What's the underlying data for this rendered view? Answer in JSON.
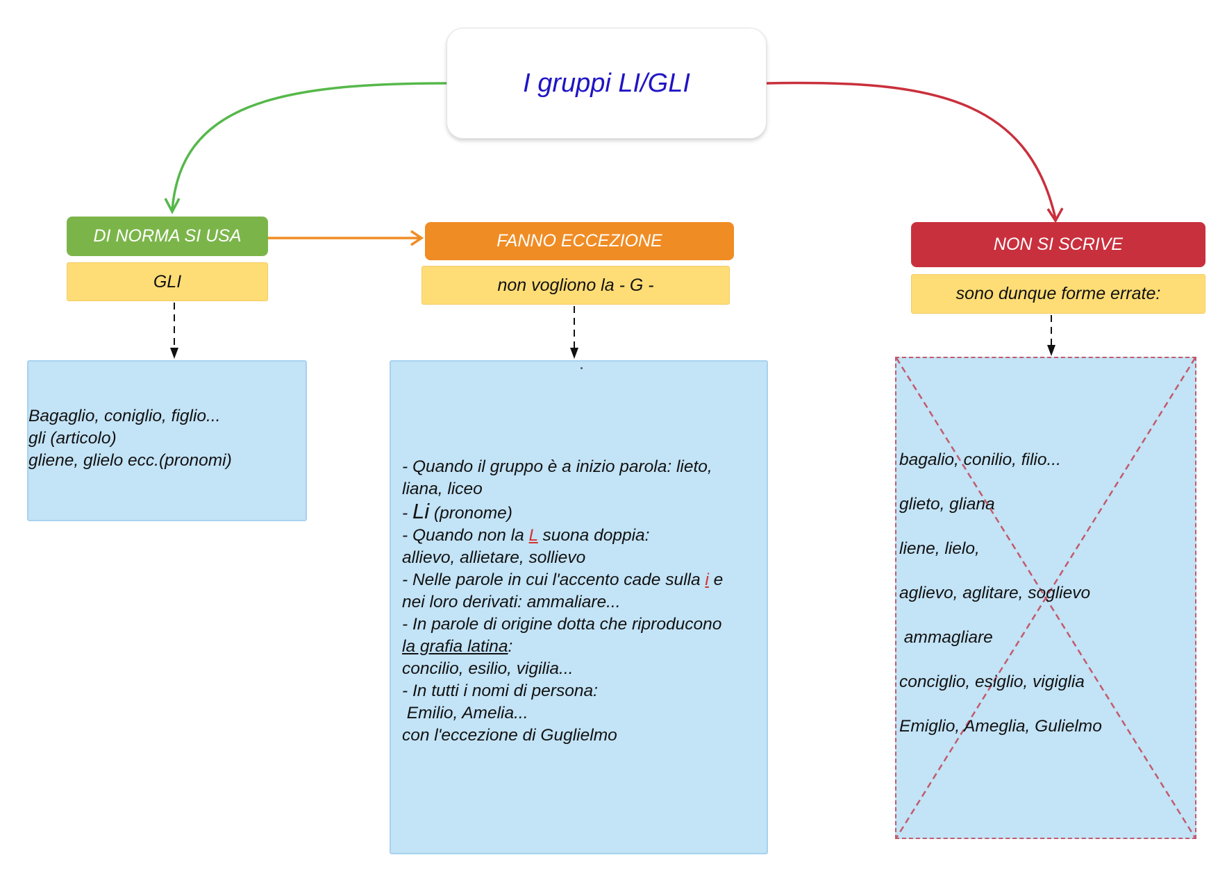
{
  "title": "I gruppi LI/GLI",
  "colors": {
    "title_text": "#1f14c4",
    "green": "#7bb54a",
    "orange": "#f08c24",
    "red": "#c9303d",
    "yellow": "#ffdd76",
    "panel": "#c3e3f6",
    "underline_red": "#d5302f"
  },
  "columns": [
    {
      "header": "DI NORMA SI USA",
      "sub": "GLI",
      "lines": [
        "Bagaglio, coniglio, figlio...",
        "gli (articolo)",
        "gliene, glielo ecc.(pronomi)"
      ]
    },
    {
      "header": "FANNO ECCEZIONE",
      "sub": "non vogliono la - G -",
      "lines": {
        "l1": "- Quando il gruppo è a inizio parola: lieto,",
        "l2": "liana, liceo",
        "l3a": "- ",
        "l3b": "Li",
        "l3c": " (pronome)",
        "l4a": "- Quando non  la ",
        "l4b": "L",
        "l4c": " suona doppia:",
        "l5": "allievo, allietare, sollievo",
        "l6a": "- Nelle parole in cui l'accento cade sulla ",
        "l6b": "i",
        "l6c": " e",
        "l7": "nei loro derivati: ammaliare...",
        "l8": "- In parole di origine dotta che riproducono",
        "l9a": "la grafia latina",
        "l9b": ":",
        "l10": "concilio, esilio, vigilia...",
        "l11": "- In tutti i nomi di persona:",
        "l12": " Emilio, Amelia...",
        "l13": "con l'eccezione di Guglielmo"
      }
    },
    {
      "header": "NON SI SCRIVE",
      "sub": "sono dunque forme errate:",
      "lines": [
        "bagalio, conilio, filio...",
        "glieto, gliana",
        "liene, lielo,",
        "aglievo, aglitare, soglievo",
        " ammagliare",
        "conciglio, esiglio, vigiglia",
        "Emiglio, Ameglia, Gulielmo"
      ]
    }
  ]
}
